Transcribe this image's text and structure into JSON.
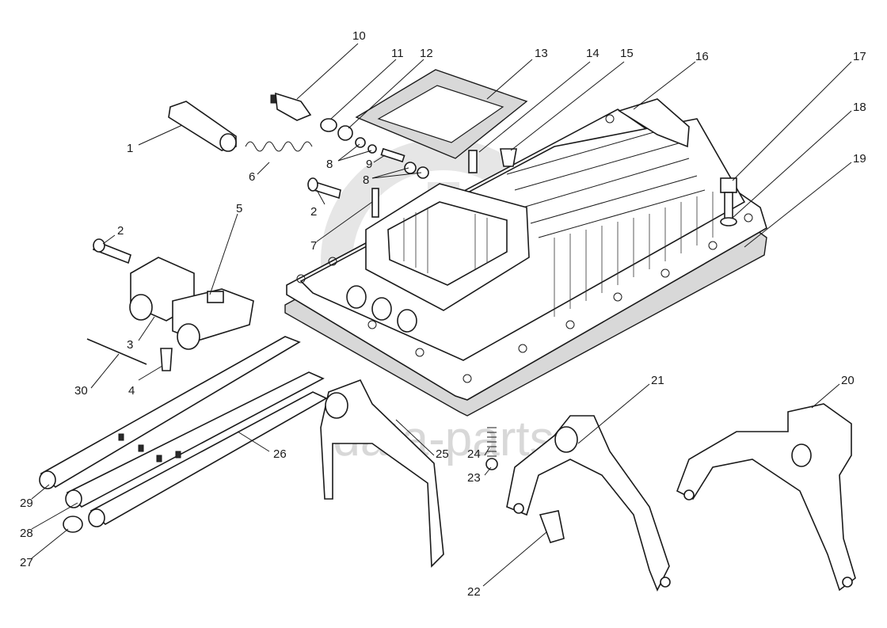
{
  "watermark": {
    "text": "data-parts",
    "color": "#c8c8c8"
  },
  "callouts": [
    {
      "id": "1",
      "label": "1"
    },
    {
      "id": "2a",
      "label": "2"
    },
    {
      "id": "2b",
      "label": "2"
    },
    {
      "id": "3",
      "label": "3"
    },
    {
      "id": "4",
      "label": "4"
    },
    {
      "id": "5",
      "label": "5"
    },
    {
      "id": "6",
      "label": "6"
    },
    {
      "id": "7",
      "label": "7"
    },
    {
      "id": "8a",
      "label": "8"
    },
    {
      "id": "8b",
      "label": "8"
    },
    {
      "id": "9",
      "label": "9"
    },
    {
      "id": "10",
      "label": "10"
    },
    {
      "id": "11",
      "label": "11"
    },
    {
      "id": "12",
      "label": "12"
    },
    {
      "id": "13",
      "label": "13"
    },
    {
      "id": "14",
      "label": "14"
    },
    {
      "id": "15",
      "label": "15"
    },
    {
      "id": "16",
      "label": "16"
    },
    {
      "id": "17",
      "label": "17"
    },
    {
      "id": "18",
      "label": "18"
    },
    {
      "id": "19",
      "label": "19"
    },
    {
      "id": "20",
      "label": "20"
    },
    {
      "id": "21",
      "label": "21"
    },
    {
      "id": "22",
      "label": "22"
    },
    {
      "id": "23",
      "label": "23"
    },
    {
      "id": "24",
      "label": "24"
    },
    {
      "id": "25",
      "label": "25"
    },
    {
      "id": "26",
      "label": "26"
    },
    {
      "id": "27",
      "label": "27"
    },
    {
      "id": "28",
      "label": "28"
    },
    {
      "id": "29",
      "label": "29"
    },
    {
      "id": "30",
      "label": "30"
    }
  ]
}
